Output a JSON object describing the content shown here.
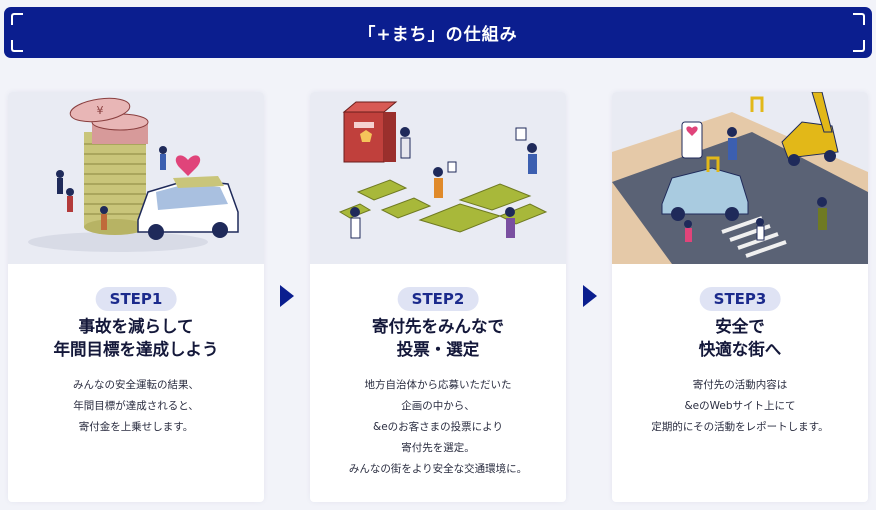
{
  "header": {
    "title": "「+まち」の仕組み"
  },
  "colors": {
    "navy": "#0b1e8f",
    "accent_green": "#a8b83a",
    "background": "#f2f3f9"
  },
  "steps": [
    {
      "badge": "STEP1",
      "title_lines": [
        "事故を減らして",
        "年間目標を達成しよう"
      ],
      "desc_lines": [
        "みんなの安全運転の結果、",
        "年間目標が達成されると、",
        "寄付金を上乗せします。"
      ],
      "illustration": "coin-stack-car-illustration"
    },
    {
      "badge": "STEP2",
      "title_lines": [
        "寄付先をみんなで",
        "投票・選定"
      ],
      "desc_lines": [
        "地方自治体から応募いただいた",
        "企画の中から、",
        "&eのお客さまの投票により",
        "寄付先を選定。",
        "みんなの街をより安全な交通環境に。"
      ],
      "illustration": "ballot-box-voting-illustration"
    },
    {
      "badge": "STEP3",
      "title_lines": [
        "安全で",
        "快適な街へ"
      ],
      "desc_lines": [
        "寄付先の活動内容は",
        "&eのWebサイト上にて",
        "定期的にその活動をレポートします。"
      ],
      "illustration": "safe-town-crosswalk-illustration"
    }
  ]
}
